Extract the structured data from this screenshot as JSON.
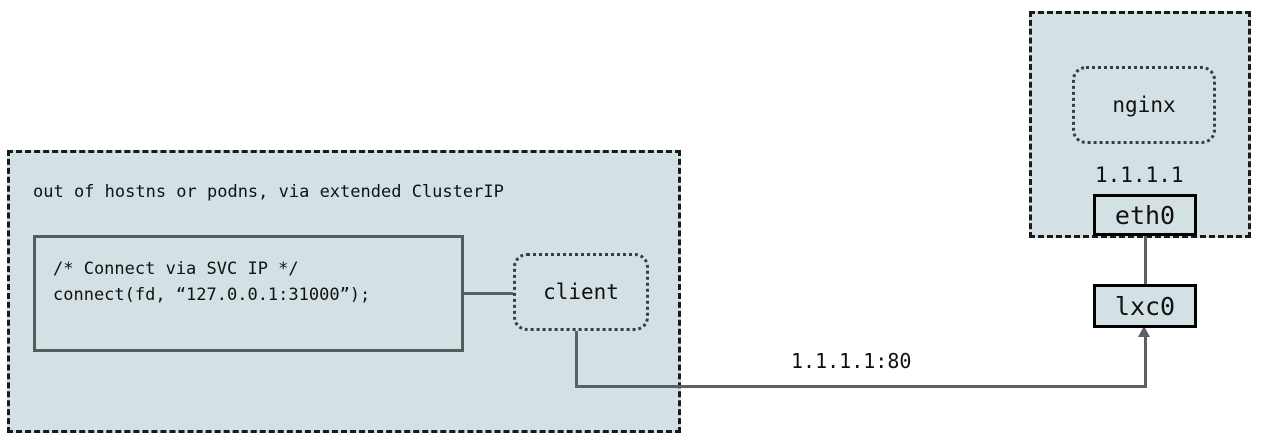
{
  "diagram": {
    "title": "Out of hostns or podns, via extended ClusterIP",
    "background_color": "#ffffff",
    "namespace_fill_color": "#d3e0e4",
    "stroke_color": "#5a6063",
    "border_color": "#1a1a1a"
  },
  "client_namespace": {
    "label": "out of hostns or podns, via extended ClusterIP",
    "code": {
      "comment": "/* Connect via SVC IP */",
      "call": "connect(fd, “127.0.0.1:31000”);"
    },
    "process": {
      "name": "client"
    }
  },
  "pod_namespace": {
    "process": {
      "name": "nginx"
    },
    "interface": {
      "name": "eth0",
      "ip": "1.1.1.1"
    }
  },
  "host": {
    "interface": {
      "name": "lxc0"
    }
  },
  "flow": {
    "label": "1.1.1.1:80"
  }
}
